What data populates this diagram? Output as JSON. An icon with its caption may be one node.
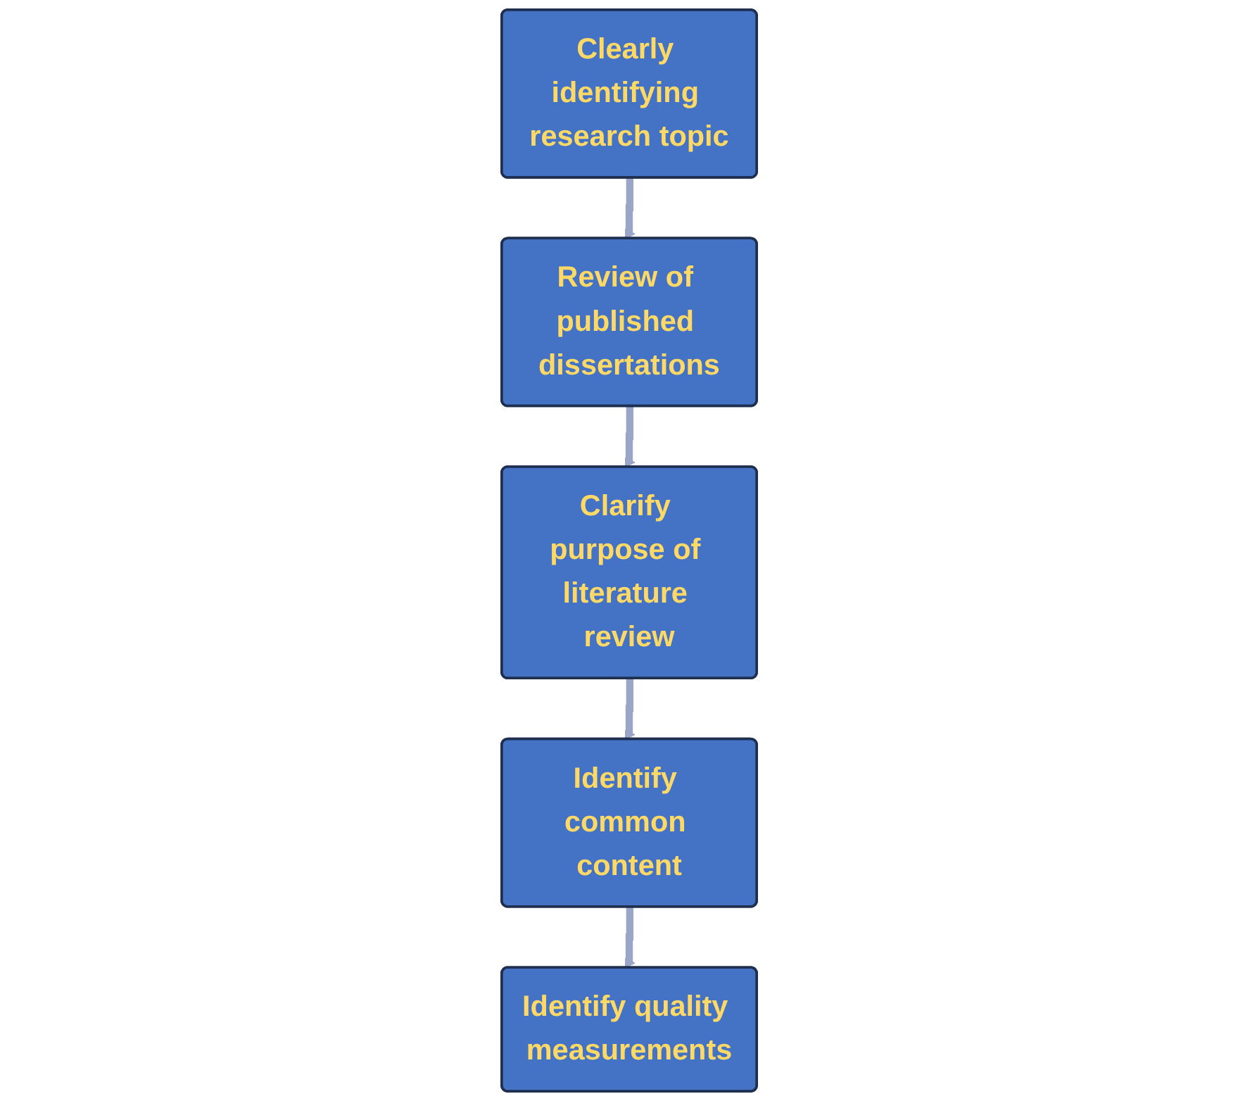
{
  "diagram": {
    "nodes": [
      {
        "text": [
          "Clearly identifying research topic"
        ]
      },
      {
        "text": [
          "Review of published dissertations"
        ]
      },
      {
        "text": [
          "Clarify purpose of literature review"
        ]
      },
      {
        "text": [
          "Identify common content"
        ]
      },
      {
        "text": [
          "Identify quality measurements"
        ]
      }
    ],
    "edges": [
      {
        "from": 0,
        "to": 1,
        "arrow": "to"
      },
      {
        "from": 1,
        "to": 2,
        "arrow": "to"
      },
      {
        "from": 2,
        "to": 3,
        "arrow": "to"
      },
      {
        "from": 3,
        "to": 4,
        "arrow": "to"
      }
    ]
  }
}
